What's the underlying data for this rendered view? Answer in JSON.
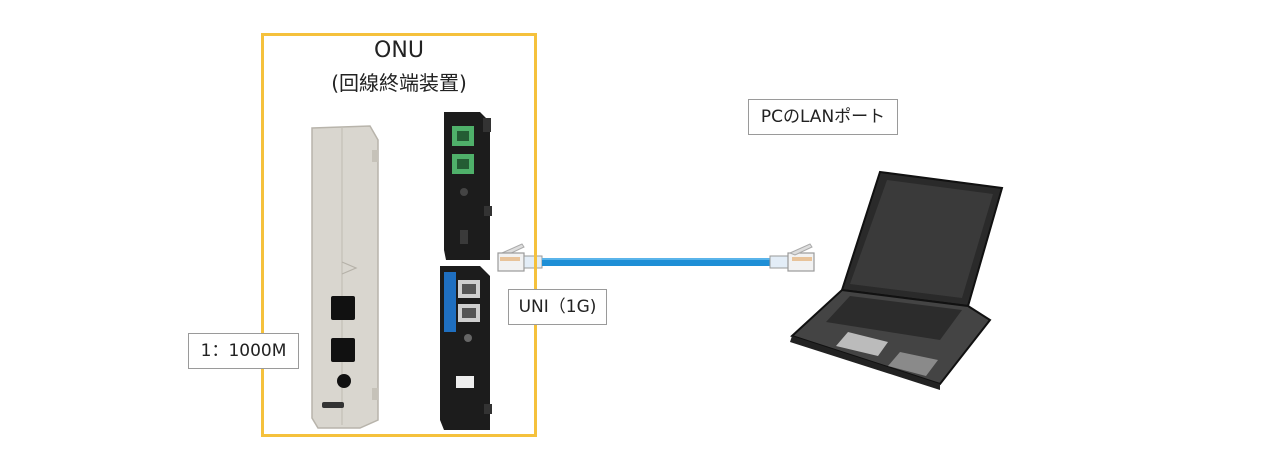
{
  "onu": {
    "title": "ONU",
    "subtitle": "(回線終端装置)",
    "frame_color": "#f5c13c"
  },
  "labels": {
    "speed": "1：1000M",
    "uni": "UNI（1G)",
    "pc_port": "PCのLANポート"
  },
  "cable": {
    "color": "#1e8fd6"
  },
  "devices": [
    {
      "name": "onu-gray-unit",
      "color": "#d9d6cf"
    },
    {
      "name": "onu-black-unit",
      "color": "#1c1c1c"
    },
    {
      "name": "laptop",
      "color": "#2a2a2a"
    }
  ]
}
